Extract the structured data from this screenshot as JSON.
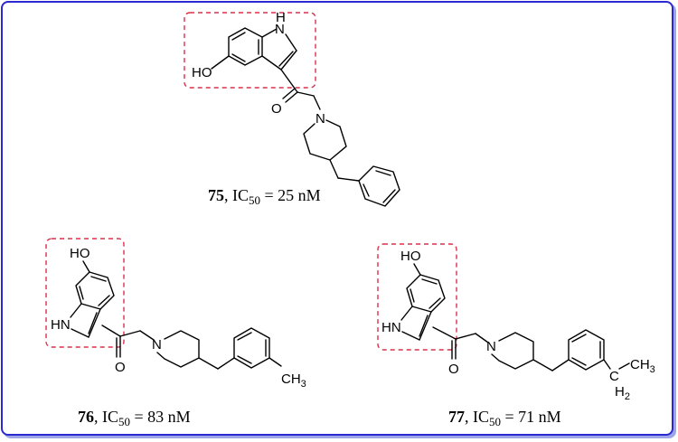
{
  "figure": {
    "border_color": "#2a2ad0",
    "highlight_color": "#d9304a",
    "compounds": [
      {
        "id": "75",
        "ic50_label": "IC",
        "ic50_sub": "50",
        "ic50_value": "= 25 nM",
        "atoms": {
          "nh_h": "H",
          "nh_n": "N",
          "ho": "HO",
          "o": "O",
          "n": "N"
        },
        "highlight": "5-hydroxyindole"
      },
      {
        "id": "76",
        "ic50_label": "IC",
        "ic50_sub": "50",
        "ic50_value": "= 83 nM",
        "atoms": {
          "ho": "HO",
          "hn": "HN",
          "o": "O",
          "n": "N",
          "ch": "CH",
          "ch_sub": "3"
        },
        "highlight": "6-hydroxyindole"
      },
      {
        "id": "77",
        "ic50_label": "IC",
        "ic50_sub": "50",
        "ic50_value": "= 71 nM",
        "atoms": {
          "ho": "HO",
          "hn": "HN",
          "o": "O",
          "n": "N",
          "c": "C",
          "h": "H",
          "h_sub": "2",
          "ch": "CH",
          "ch_sub": "3"
        },
        "highlight": "6-hydroxyindole"
      }
    ]
  }
}
